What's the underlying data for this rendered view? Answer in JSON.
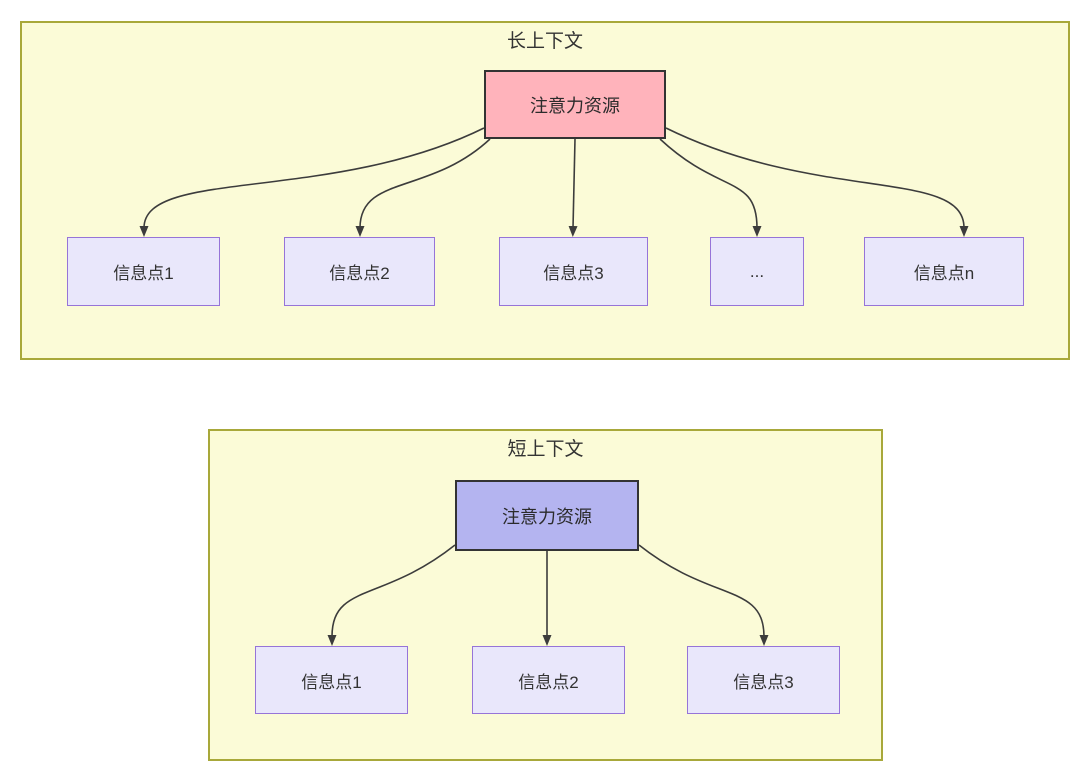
{
  "colors": {
    "panel_fill": "#fbfbd7",
    "panel_border": "#a8a83a",
    "long_source_fill": "#ffb3bb",
    "short_source_fill": "#b4b4f0",
    "source_border": "#333333",
    "target_fill": "#e9e7fb",
    "target_border": "#9674d8",
    "arrow": "#3c3c3c",
    "text": "#333333"
  },
  "diagrams": {
    "long": {
      "title": "长上下文",
      "source_label": "注意力资源",
      "targets": [
        "信息点1",
        "信息点2",
        "信息点3",
        "...",
        "信息点n"
      ]
    },
    "short": {
      "title": "短上下文",
      "source_label": "注意力资源",
      "targets": [
        "信息点1",
        "信息点2",
        "信息点3"
      ]
    }
  }
}
